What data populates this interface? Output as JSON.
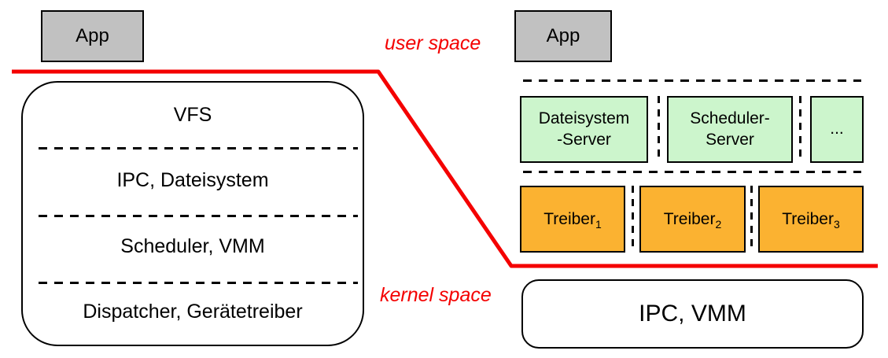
{
  "colors": {
    "red": "#f40000",
    "box_gray": "#c1c1c1",
    "server_green": "#ccf5cc",
    "driver_orange": "#fbb231"
  },
  "labels": {
    "user_space": "user space",
    "kernel_space": "kernel space"
  },
  "monolithic": {
    "app_label": "App",
    "kernel_layers": [
      "VFS",
      "IPC, Dateisystem",
      "Scheduler, VMM",
      "Dispatcher, Gerätetreiber"
    ]
  },
  "microkernel": {
    "app_label": "App",
    "servers": [
      {
        "label_line1": "Dateisystem",
        "label_line2": "-Server"
      },
      {
        "label_line1": "Scheduler-",
        "label_line2": "Server"
      },
      {
        "label_line1": "...",
        "label_line2": ""
      }
    ],
    "drivers": [
      {
        "name": "Treiber",
        "subscript": "1"
      },
      {
        "name": "Treiber",
        "subscript": "2"
      },
      {
        "name": "Treiber",
        "subscript": "3"
      }
    ],
    "kernel_label": "IPC, VMM"
  }
}
